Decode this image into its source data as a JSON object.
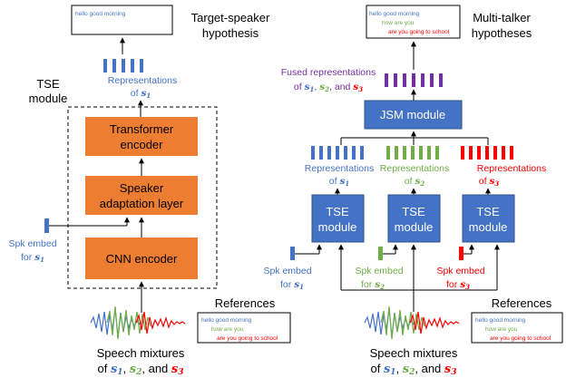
{
  "colors": {
    "blue": "#4472c4",
    "green": "#70ad47",
    "red": "#ff0000",
    "purple": "#7030a0",
    "orange": "#ed7d31",
    "box_blue": "#4472c4"
  },
  "left": {
    "hypothesis": {
      "title_line1": "Target-speaker",
      "title_line2": "hypothesis",
      "text": "hello good morning"
    },
    "representations": {
      "line1": "Representations",
      "line2_prefix": "of ",
      "var": "s",
      "sub": "1"
    },
    "tse_module_label": {
      "line1": "TSE",
      "line2": "module"
    },
    "blocks": {
      "transformer": {
        "line1": "Transformer",
        "line2": "encoder"
      },
      "speaker_adaptation": {
        "line1": "Speaker",
        "line2": "adaptation layer"
      },
      "cnn": {
        "line1": "CNN encoder"
      }
    },
    "spk_embed": {
      "line1": "Spk embed",
      "line2_prefix": "for ",
      "var": "s",
      "sub": "1"
    },
    "references_label": "References",
    "references": [
      "hello good morning",
      "how are you",
      "are you going to school"
    ],
    "speech_label": {
      "line1": "Speech mixtures",
      "of": "of ",
      "s1": "s",
      "sub1": "1",
      "s2": "s",
      "sub2": "2",
      "and": ", and ",
      "s3": "s",
      "sub3": "3",
      "comma": ", "
    }
  },
  "right": {
    "hypothesis": {
      "title_line1": "Multi-talker",
      "title_line2": "hypotheses",
      "lines": [
        "hello good morning",
        "how are you",
        "are you going to school"
      ]
    },
    "fused": {
      "line1": "Fused representations",
      "of": "of ",
      "s1": "s",
      "sub1": "1",
      "s2": "s",
      "sub2": "2",
      "and": ", and ",
      "s3": "s",
      "sub3": "3",
      "comma": ", "
    },
    "jsm_module": "JSM module",
    "reps": [
      {
        "line1": "Representations",
        "prefix": "of ",
        "var": "s",
        "sub": "1"
      },
      {
        "line1": "Representations",
        "prefix": "of ",
        "var": "s",
        "sub": "2"
      },
      {
        "line1": "Representations",
        "prefix": "of ",
        "var": "s",
        "sub": "3"
      }
    ],
    "tse_modules": [
      {
        "line1": "TSE",
        "line2": "module"
      },
      {
        "line1": "TSE",
        "line2": "module"
      },
      {
        "line1": "TSE",
        "line2": "module"
      }
    ],
    "spk_embeds": [
      {
        "line1": "Spk embed",
        "prefix": "for ",
        "var": "s",
        "sub": "1"
      },
      {
        "line1": "Spk embed",
        "prefix": "for ",
        "var": "s",
        "sub": "2"
      },
      {
        "line1": "Spk embed",
        "prefix": "for ",
        "var": "s",
        "sub": "3"
      }
    ],
    "references_label": "References",
    "references": [
      "hello good morning",
      "how are you",
      "are you going to school"
    ],
    "speech_label": {
      "line1": "Speech mixtures",
      "of": "of ",
      "s1": "s",
      "sub1": "1",
      "s2": "s",
      "sub2": "2",
      "and": ", and ",
      "s3": "s",
      "sub3": "3",
      "comma": ", "
    }
  }
}
